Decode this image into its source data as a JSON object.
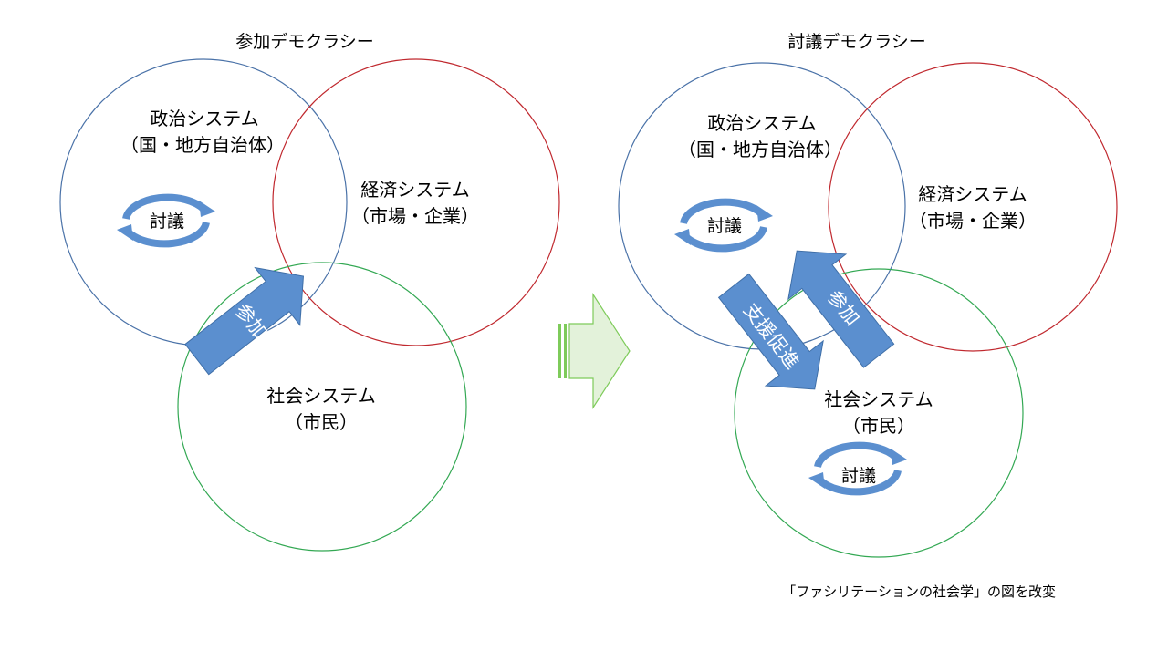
{
  "colors": {
    "political_circle": "#4a72a8",
    "economic_circle": "#c0282e",
    "social_circle": "#33a853",
    "arrow_fill": "#5b8fcf",
    "arrow_stroke": "#3f6fa8",
    "transition_fill": "#e3f2da",
    "transition_stroke": "#7ecb5a"
  },
  "left": {
    "title": "参加デモクラシー",
    "political": {
      "line1": "政治システム",
      "line2": "（国・地方自治体）"
    },
    "economic": {
      "line1": "経済システム",
      "line2": "（市場・企業）"
    },
    "social": {
      "line1": "社会システム",
      "line2": "（市民）"
    },
    "cycle_label": "討議",
    "arrow_label": "参加"
  },
  "right": {
    "title": "討議デモクラシー",
    "political": {
      "line1": "政治システム",
      "line2": "（国・地方自治体）"
    },
    "economic": {
      "line1": "経済システム",
      "line2": "（市場・企業）"
    },
    "social": {
      "line1": "社会システム",
      "line2": "（市民）"
    },
    "cycle_label_political": "討議",
    "cycle_label_social": "討議",
    "arrow_support_label": "支援促進",
    "arrow_participation_label": "参加"
  },
  "icons": {
    "cycle": "cycle-arrows-icon",
    "transition": "transition-arrow-icon"
  },
  "caption": "「ファシリテーションの社会学」の図を改変"
}
